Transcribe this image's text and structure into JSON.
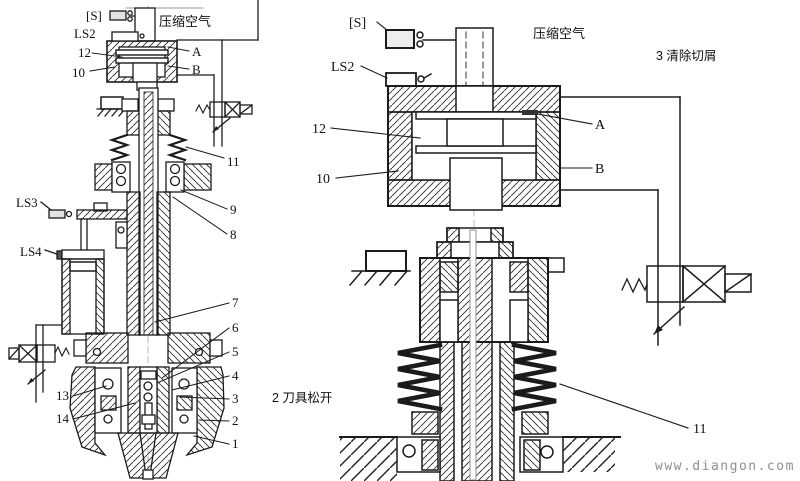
{
  "colors": {
    "line": "#1b1b1b",
    "watermark": "#8f8f8f"
  },
  "watermark": {
    "text": "www.diangon.com"
  },
  "left": {
    "caption": "2  刀具松开",
    "sensor_s": "[S]",
    "air": "压缩空气",
    "ls2": "LS2",
    "ls3": "LS3",
    "ls4": "LS4",
    "port_a": "A",
    "port_b": "B",
    "n1": "1",
    "n2": "2",
    "n3": "3",
    "n4": "4",
    "n5": "5",
    "n6": "6",
    "n7": "7",
    "n8": "8",
    "n9": "9",
    "n10": "10",
    "n11": "11",
    "n12": "12",
    "n13": "13",
    "n14": "14"
  },
  "right": {
    "caption": "3  清除切屑",
    "sensor_s": "[S]",
    "air": "压缩空气",
    "ls2": "LS2",
    "port_a": "A",
    "port_b": "B",
    "n10": "10",
    "n11": "11",
    "n12": "12"
  }
}
